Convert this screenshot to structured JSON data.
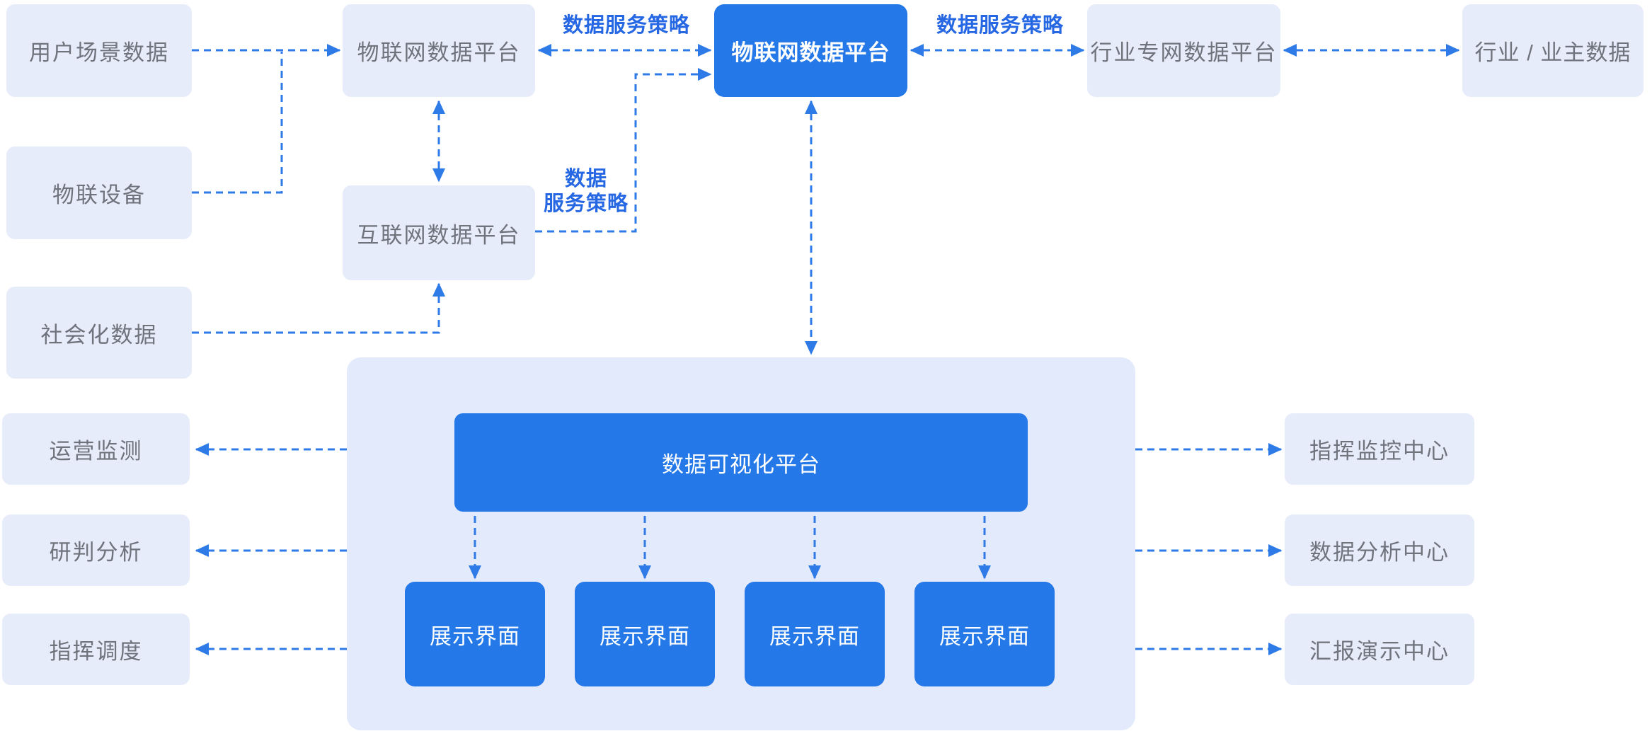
{
  "diagram": {
    "nodes": {
      "user_scene": {
        "label": "用户场景数据"
      },
      "iot_device": {
        "label": "物联设备"
      },
      "social": {
        "label": "社会化数据"
      },
      "ops_monitor": {
        "label": "运营监测"
      },
      "research_analysis": {
        "label": "研判分析"
      },
      "command_dispatch": {
        "label": "指挥调度"
      },
      "iot_platform_left": {
        "label": "物联网数据平台"
      },
      "internet_platform": {
        "label": "互联网数据平台"
      },
      "iot_platform_core": {
        "label": "物联网数据平台"
      },
      "industry_private_platform": {
        "label": "行业专网数据平台"
      },
      "industry_owner_data": {
        "label": "行业 / 业主数据"
      },
      "viz_platform": {
        "label": "数据可视化平台"
      },
      "display1": {
        "label": "展示界面"
      },
      "display2": {
        "label": "展示界面"
      },
      "display3": {
        "label": "展示界面"
      },
      "display4": {
        "label": "展示界面"
      },
      "command_monitor_center": {
        "label": "指挥监控中心"
      },
      "data_analysis_center": {
        "label": "数据分析中心"
      },
      "report_presentation_center": {
        "label": "汇报演示中心"
      }
    },
    "edge_labels": {
      "strategy_left": "数据服务策略",
      "strategy_right": "数据服务策略",
      "strategy_mid_line1": "数据",
      "strategy_mid_line2": "服务策略"
    },
    "colors": {
      "node_blue": "#2478e8",
      "light_node_bg": "#e6ecfa",
      "container_bg": "#e2eafc",
      "arrow_blue": "#2e7be8",
      "edge_label_blue": "#2667e3",
      "node_text_gray": "#6e737c"
    }
  }
}
